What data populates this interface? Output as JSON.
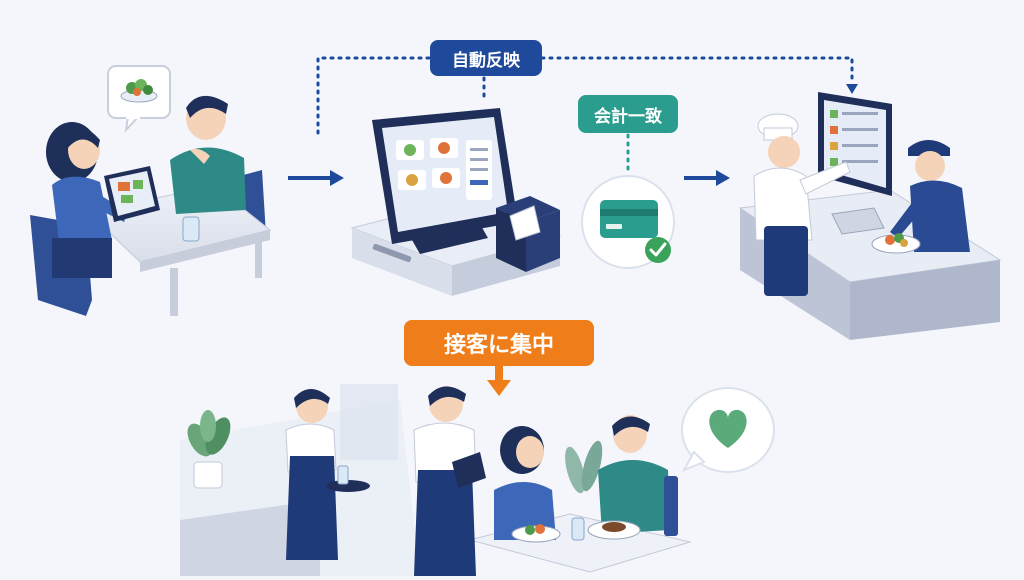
{
  "labels": {
    "auto_reflect": "自動反映",
    "account_match": "会計一致",
    "focus_service": "接客に集中"
  },
  "colors": {
    "primary_blue": "#1f4a9c",
    "teal": "#2a9d8f",
    "orange": "#ef7d1a",
    "green_check": "#3aa25a",
    "heart": "#5aaa7a"
  },
  "icons": {
    "arrow": "arrow-right-icon",
    "card": "credit-card-icon",
    "check": "check-icon",
    "heart": "heart-icon",
    "salad": "salad-icon"
  }
}
